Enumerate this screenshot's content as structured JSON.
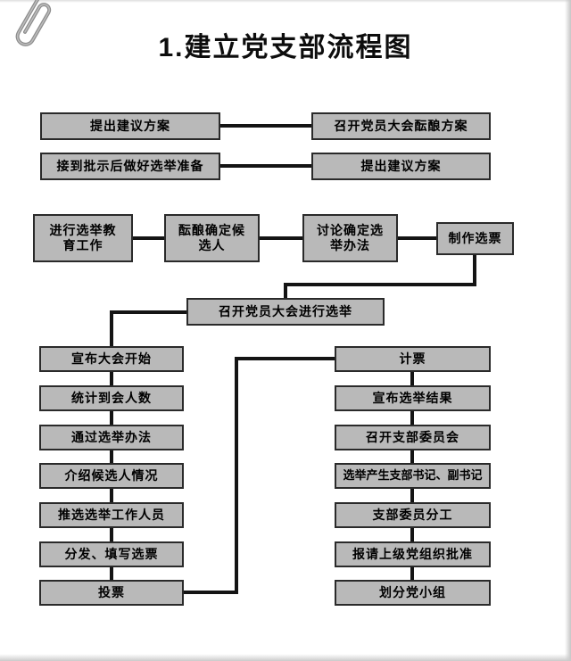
{
  "page": {
    "title": "1.建立党支部流程图"
  },
  "flow": {
    "row1_left": "提出建议方案",
    "row1_right": "召开党员大会酝酿方案",
    "row2_left": "接到批示后做好选举准备",
    "row2_right": "提出建议方案",
    "row3_a": "进行选举教\n育工作",
    "row3_b": "酝酿确定候\n选人",
    "row3_c": "讨论确定选\n举办法",
    "row3_d": "制作选票",
    "center": "召开党员大会进行选举",
    "left_column": [
      "宣布大会开始",
      "统计到会人数",
      "通过选举办法",
      "介绍候选人情况",
      "推选选举工作人员",
      "分发、填写选票",
      "投票"
    ],
    "right_column": [
      "计票",
      "宣布选举结果",
      "召开支部委员会",
      "选举产生支部书记、副书记",
      "支部委员分工",
      "报请上级党组织批准",
      "划分党小组"
    ]
  },
  "colors": {
    "box_fill": "#b9b9b9",
    "box_border": "#2a2a2a",
    "line": "#141414",
    "paper": "#ffffff"
  }
}
